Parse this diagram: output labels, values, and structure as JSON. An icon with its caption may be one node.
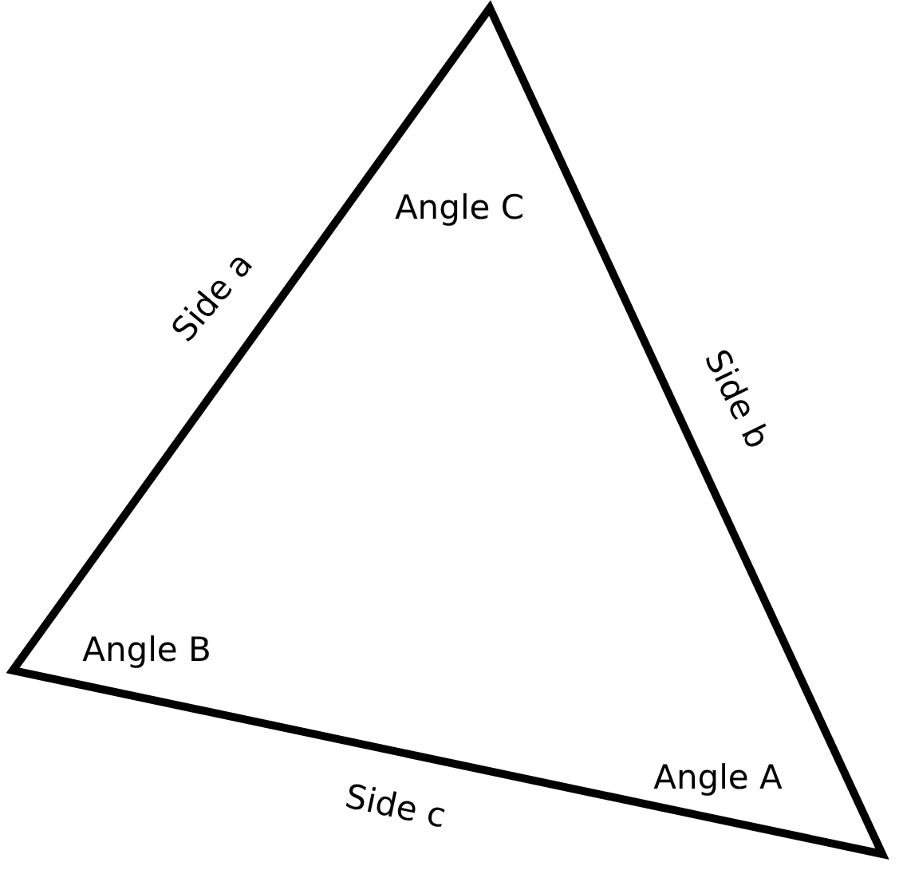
{
  "diagram": {
    "nodes": [
      {
        "text": [
          "Angle C",
          "Angle B",
          "Angle A"
        ],
        "beside": [
          "Side a",
          "Side b",
          "Side c"
        ]
      }
    ]
  }
}
